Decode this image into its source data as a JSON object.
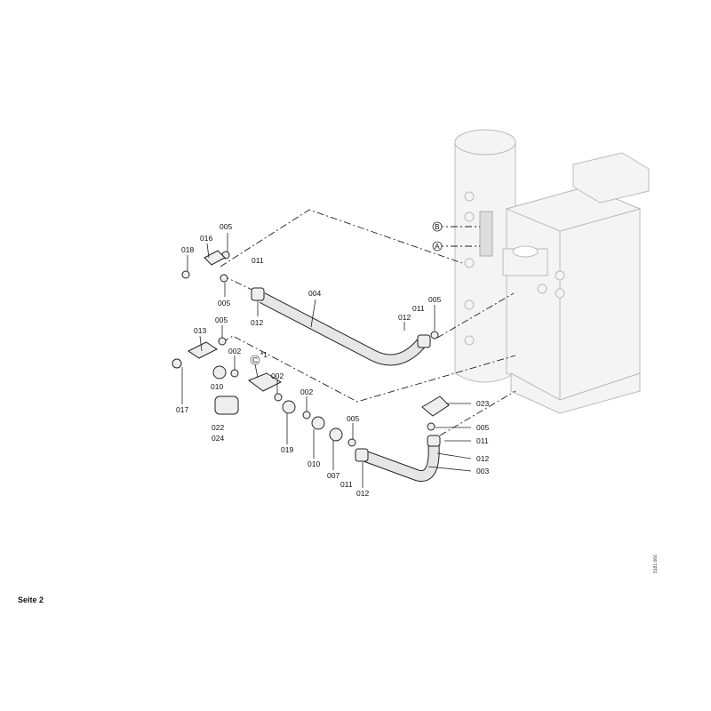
{
  "page_label": "Seite 2",
  "document_id": "5181 066",
  "callouts": {
    "a": "A",
    "b": "B",
    "c": "C",
    "c_note": "*1"
  },
  "parts": [
    "005",
    "016",
    "018",
    "011",
    "005",
    "004",
    "012",
    "011",
    "012",
    "005",
    "005",
    "013",
    "002",
    "002",
    "010",
    "017",
    "002",
    "022",
    "024",
    "019",
    "010",
    "005",
    "007",
    "011",
    "012",
    "023",
    "005",
    "011",
    "012",
    "003"
  ]
}
